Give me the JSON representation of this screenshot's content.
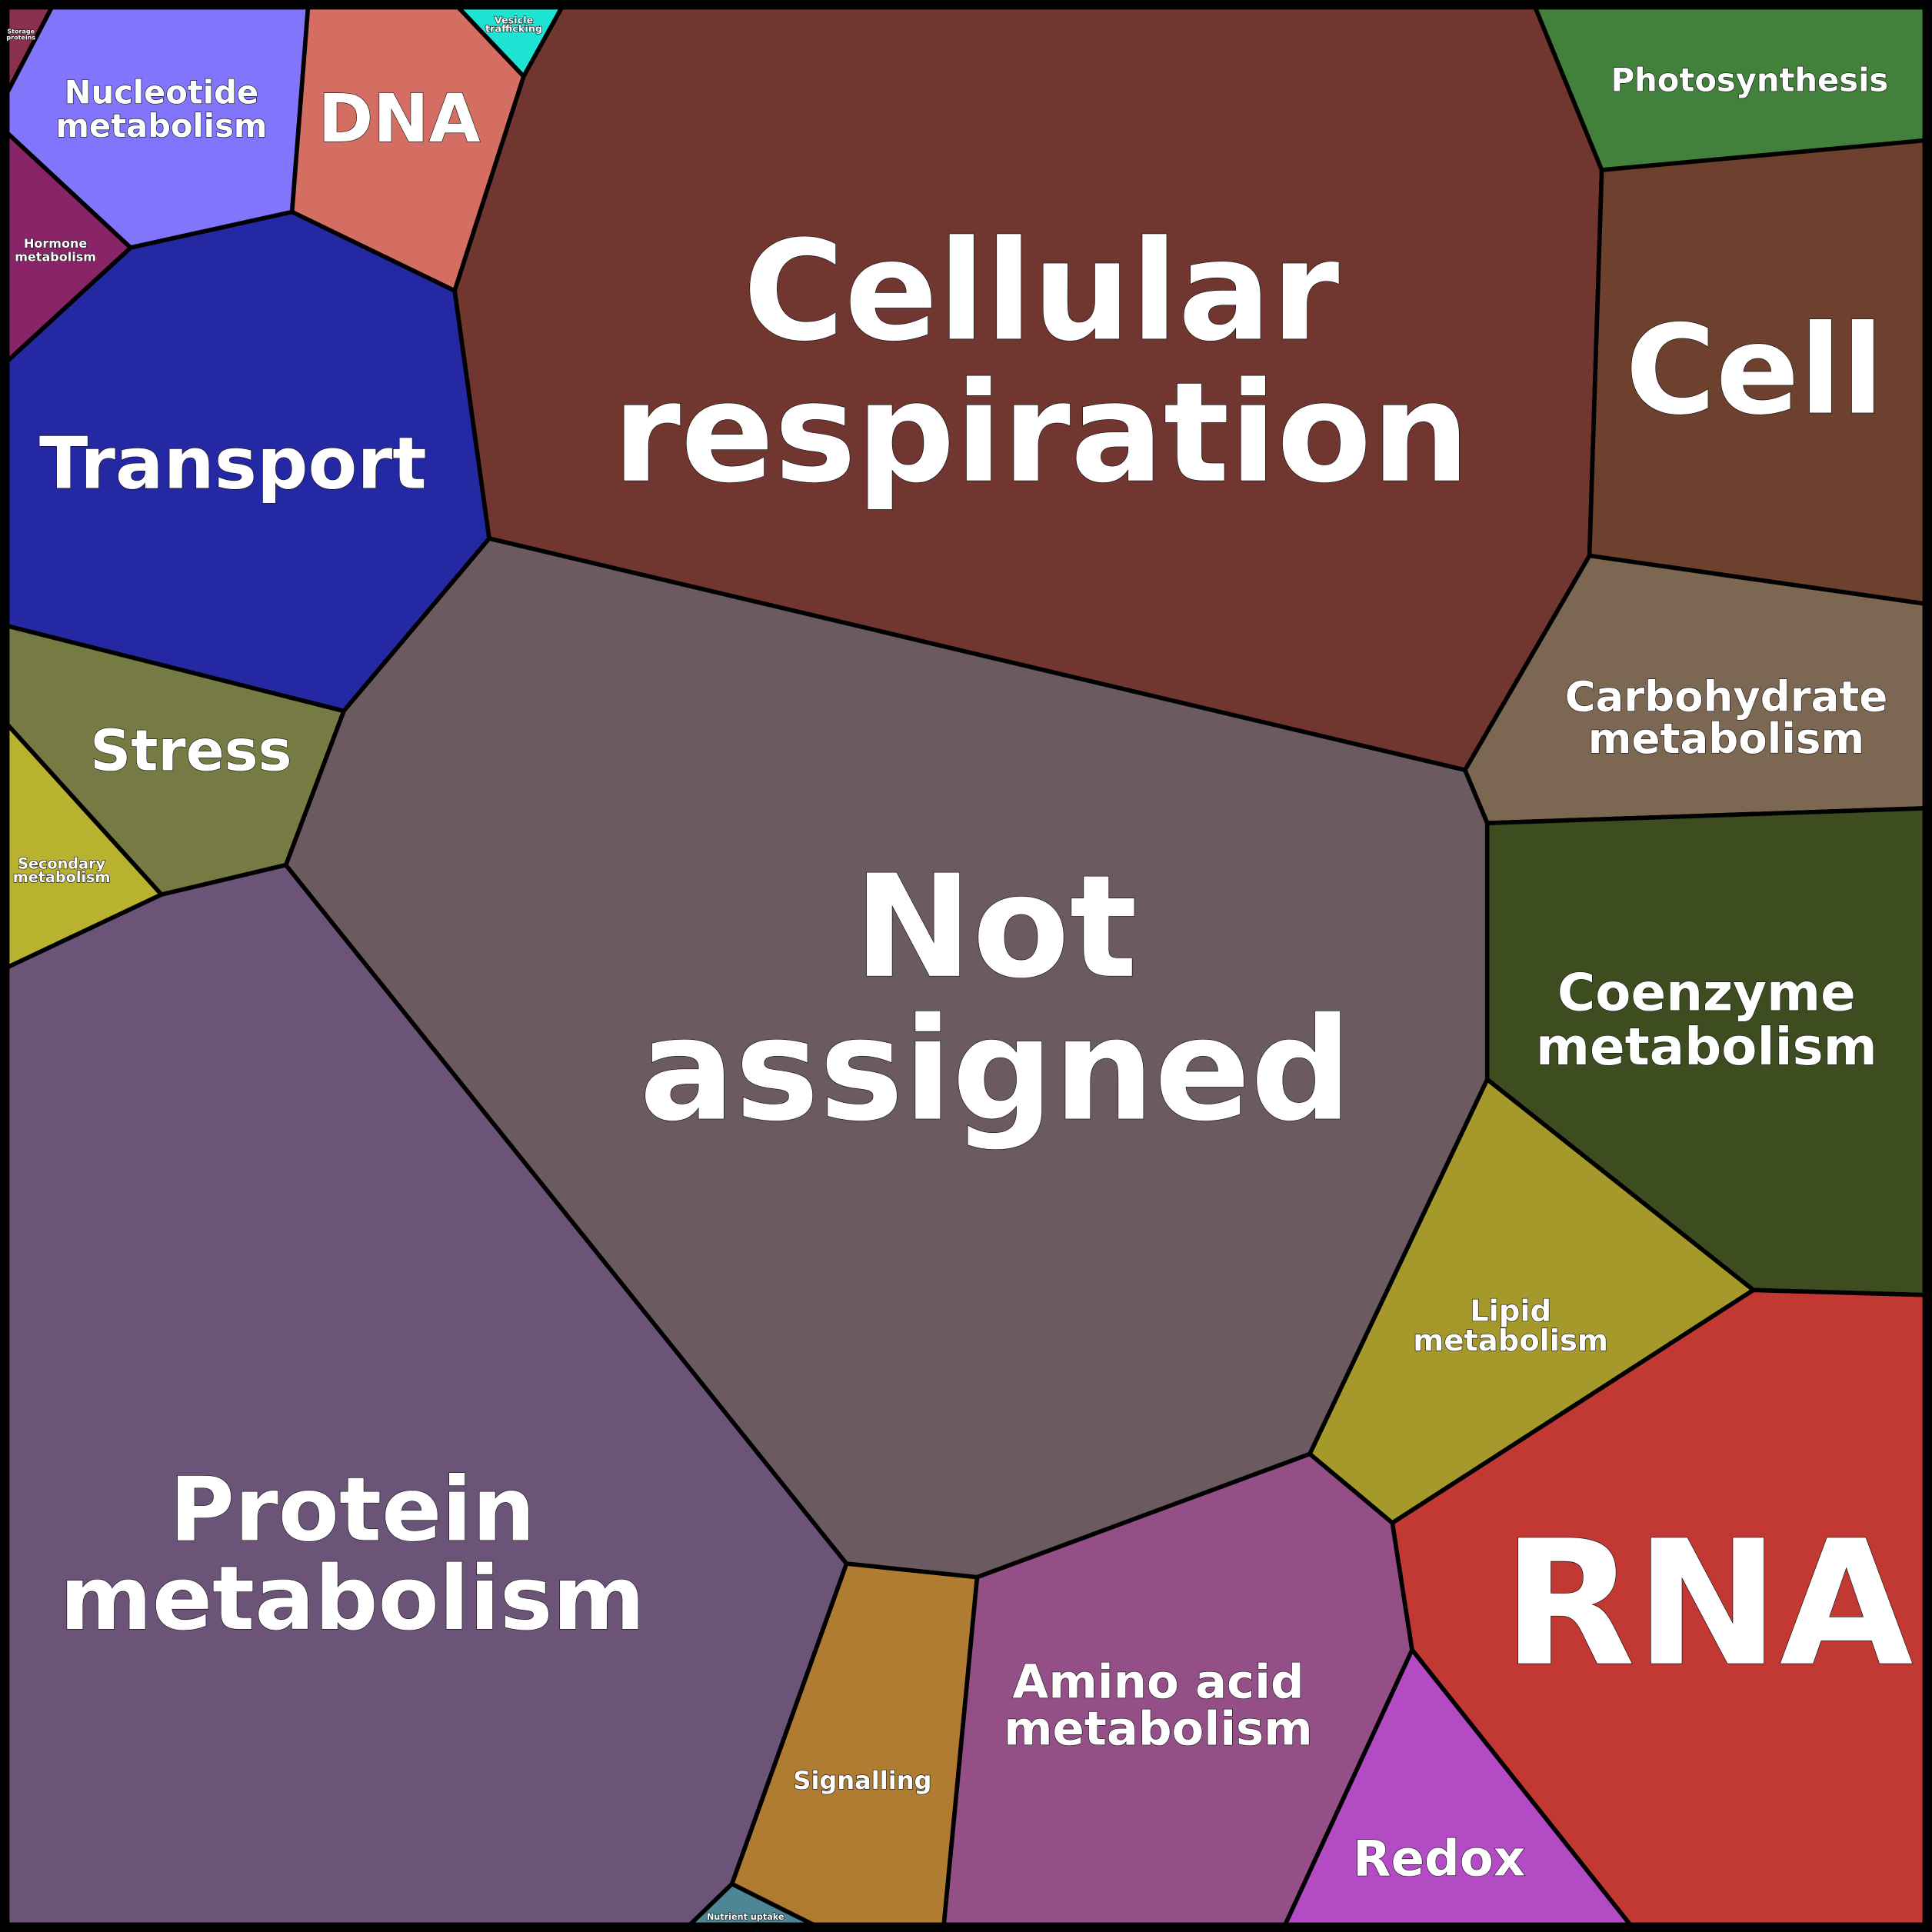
{
  "chart_data": {
    "type": "voronoi-treemap",
    "title": "",
    "categories": [
      {
        "id": "storage",
        "lines": [
          "Storage",
          "proteins"
        ],
        "color": "#8b2f4e"
      },
      {
        "id": "nucleotide",
        "lines": [
          "Nucleotide",
          "metabolism"
        ],
        "color": "#8176fb"
      },
      {
        "id": "dna",
        "lines": [
          "DNA"
        ],
        "color": "#d46e63"
      },
      {
        "id": "vesicle",
        "lines": [
          "Vesicle",
          "trafficking"
        ],
        "color": "#1de3d4"
      },
      {
        "id": "respiration",
        "lines": [
          "Cellular",
          "respiration"
        ],
        "color": "#713630"
      },
      {
        "id": "photosynthesis",
        "lines": [
          "Photosynthesis"
        ],
        "color": "#42813b"
      },
      {
        "id": "cell",
        "lines": [
          "Cell"
        ],
        "color": "#6e402e"
      },
      {
        "id": "carbohydrate",
        "lines": [
          "Carbohydrate",
          "metabolism"
        ],
        "color": "#7c6753"
      },
      {
        "id": "coenzyme",
        "lines": [
          "Coenzyme",
          "metabolism"
        ],
        "color": "#3d4d20"
      },
      {
        "id": "lipid",
        "lines": [
          "Lipid",
          "metabolism"
        ],
        "color": "#a5992b"
      },
      {
        "id": "rna",
        "lines": [
          "RNA"
        ],
        "color": "#c23833"
      },
      {
        "id": "redox",
        "lines": [
          "Redox"
        ],
        "color": "#b34cc4"
      },
      {
        "id": "amino",
        "lines": [
          "Amino acid",
          "metabolism"
        ],
        "color": "#944f86"
      },
      {
        "id": "signalling",
        "lines": [
          "Signalling"
        ],
        "color": "#b07c31"
      },
      {
        "id": "nutrient",
        "lines": [
          "Nutrient uptake"
        ],
        "color": "#4d8795"
      },
      {
        "id": "protein",
        "lines": [
          "Protein",
          "metabolism"
        ],
        "color": "#6c5478"
      },
      {
        "id": "notassigned",
        "lines": [
          "Not",
          "assigned"
        ],
        "color": "#6b5a5f"
      },
      {
        "id": "stress",
        "lines": [
          "Stress"
        ],
        "color": "#767b43"
      },
      {
        "id": "secondary",
        "lines": [
          "Secondary",
          "metabolism"
        ],
        "color": "#b9b22f"
      },
      {
        "id": "transport",
        "lines": [
          "Transport"
        ],
        "color": "#2428a2"
      },
      {
        "id": "hormone",
        "lines": [
          "Hormone",
          "metabolism"
        ],
        "color": "#8a2468"
      }
    ]
  }
}
